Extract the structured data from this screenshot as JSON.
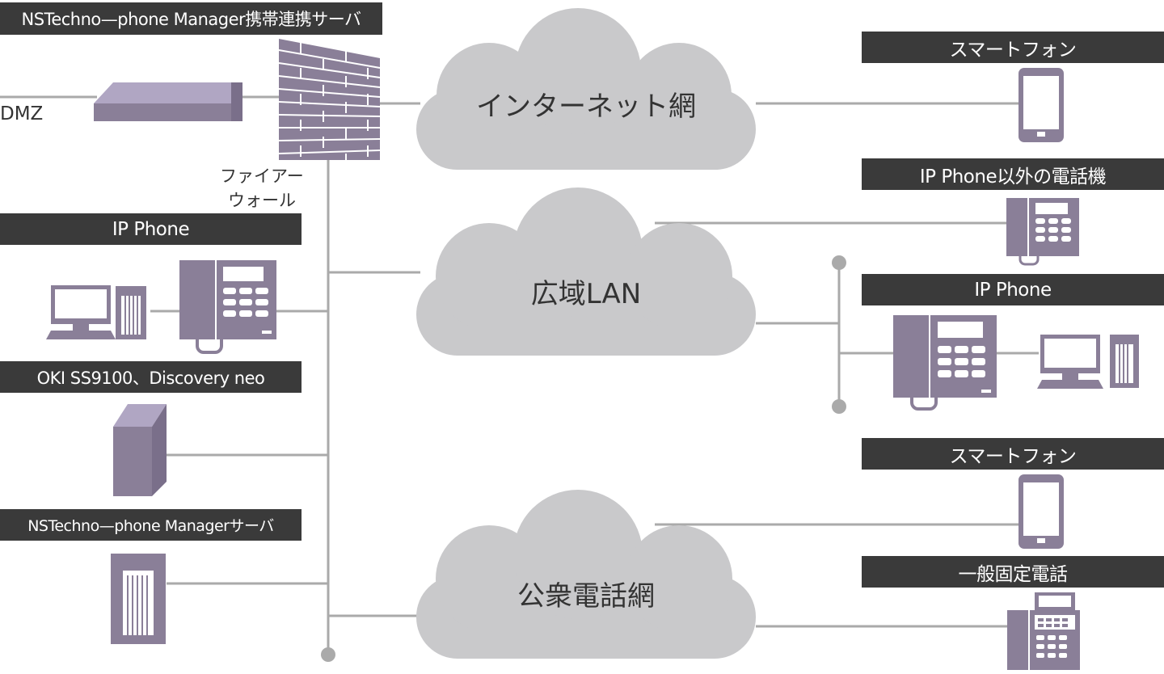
{
  "colors": {
    "line": "#aaaaaa",
    "cloud": "#c9c9cb",
    "device": "#8a7f98",
    "device_light": "#a79ebc",
    "label_bg": "#3a3a3a",
    "label_text": "#ffffff"
  },
  "left": {
    "top_label": "NSTechno—phone Manager携帯連携サーバ",
    "dmz": "DMZ",
    "firewall_line1": "ファイアー",
    "firewall_line2": "ウォール",
    "ip_phone_label": "IP Phone",
    "pbx_label": "OKI SS9100、Discovery neo",
    "manager_label": "NSTechno—phone Managerサーバ"
  },
  "clouds": {
    "internet": "インターネット網",
    "wan": "広域LAN",
    "pstn": "公衆電話網"
  },
  "right": {
    "smartphone_label_1": "スマートフォン",
    "other_phone_label": "IP Phone以外の電話機",
    "ip_phone_label": "IP Phone",
    "smartphone_label_2": "スマートフォン",
    "fixed_phone_label": "一般固定電話"
  },
  "icons": [
    "firewall-icon",
    "server-appliance-icon",
    "pc-icon",
    "tower-icon",
    "desk-phone-icon",
    "smartphone-icon",
    "fixed-phone-icon",
    "cloud-icon"
  ]
}
